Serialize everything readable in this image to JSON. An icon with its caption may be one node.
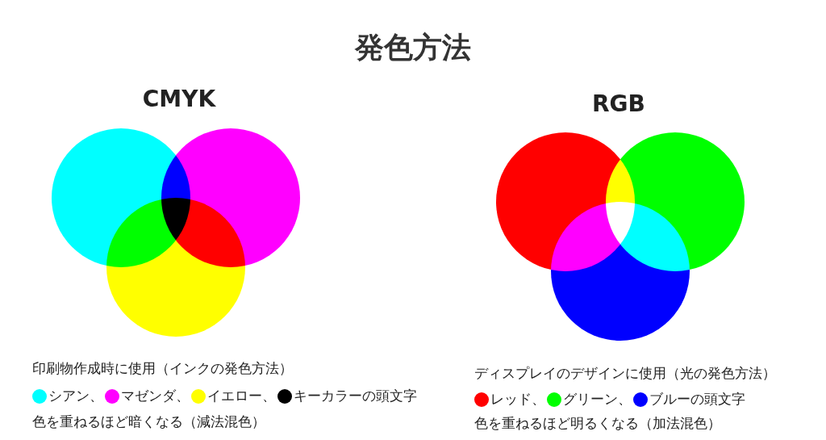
{
  "diagram": {
    "title": "発色方法",
    "labels": [
      "CMYK",
      "RGB",
      "印刷物作成時に使用（インクの発色方法）",
      "色を重ねるほど暗くなる（減法混色）",
      "ディスプレイのデザインに使用（光の発色方法）",
      "色を重ねるほど明るくなる（加法混色）"
    ],
    "legend": [
      {
        "text": "シアン、",
        "color": "#00ffff"
      },
      {
        "text": "マゼンダ、",
        "color": "#ff00ff"
      },
      {
        "text": "イエロー、",
        "color": "#ffff00"
      },
      {
        "text": "キーカラーの頭文字",
        "color": "#000000"
      },
      {
        "text": "レッド、",
        "color": "#ff0000"
      },
      {
        "text": "グリーン、",
        "color": "#00ff00"
      },
      {
        "text": "ブルーの頭文字",
        "color": "#0000ff"
      }
    ]
  }
}
